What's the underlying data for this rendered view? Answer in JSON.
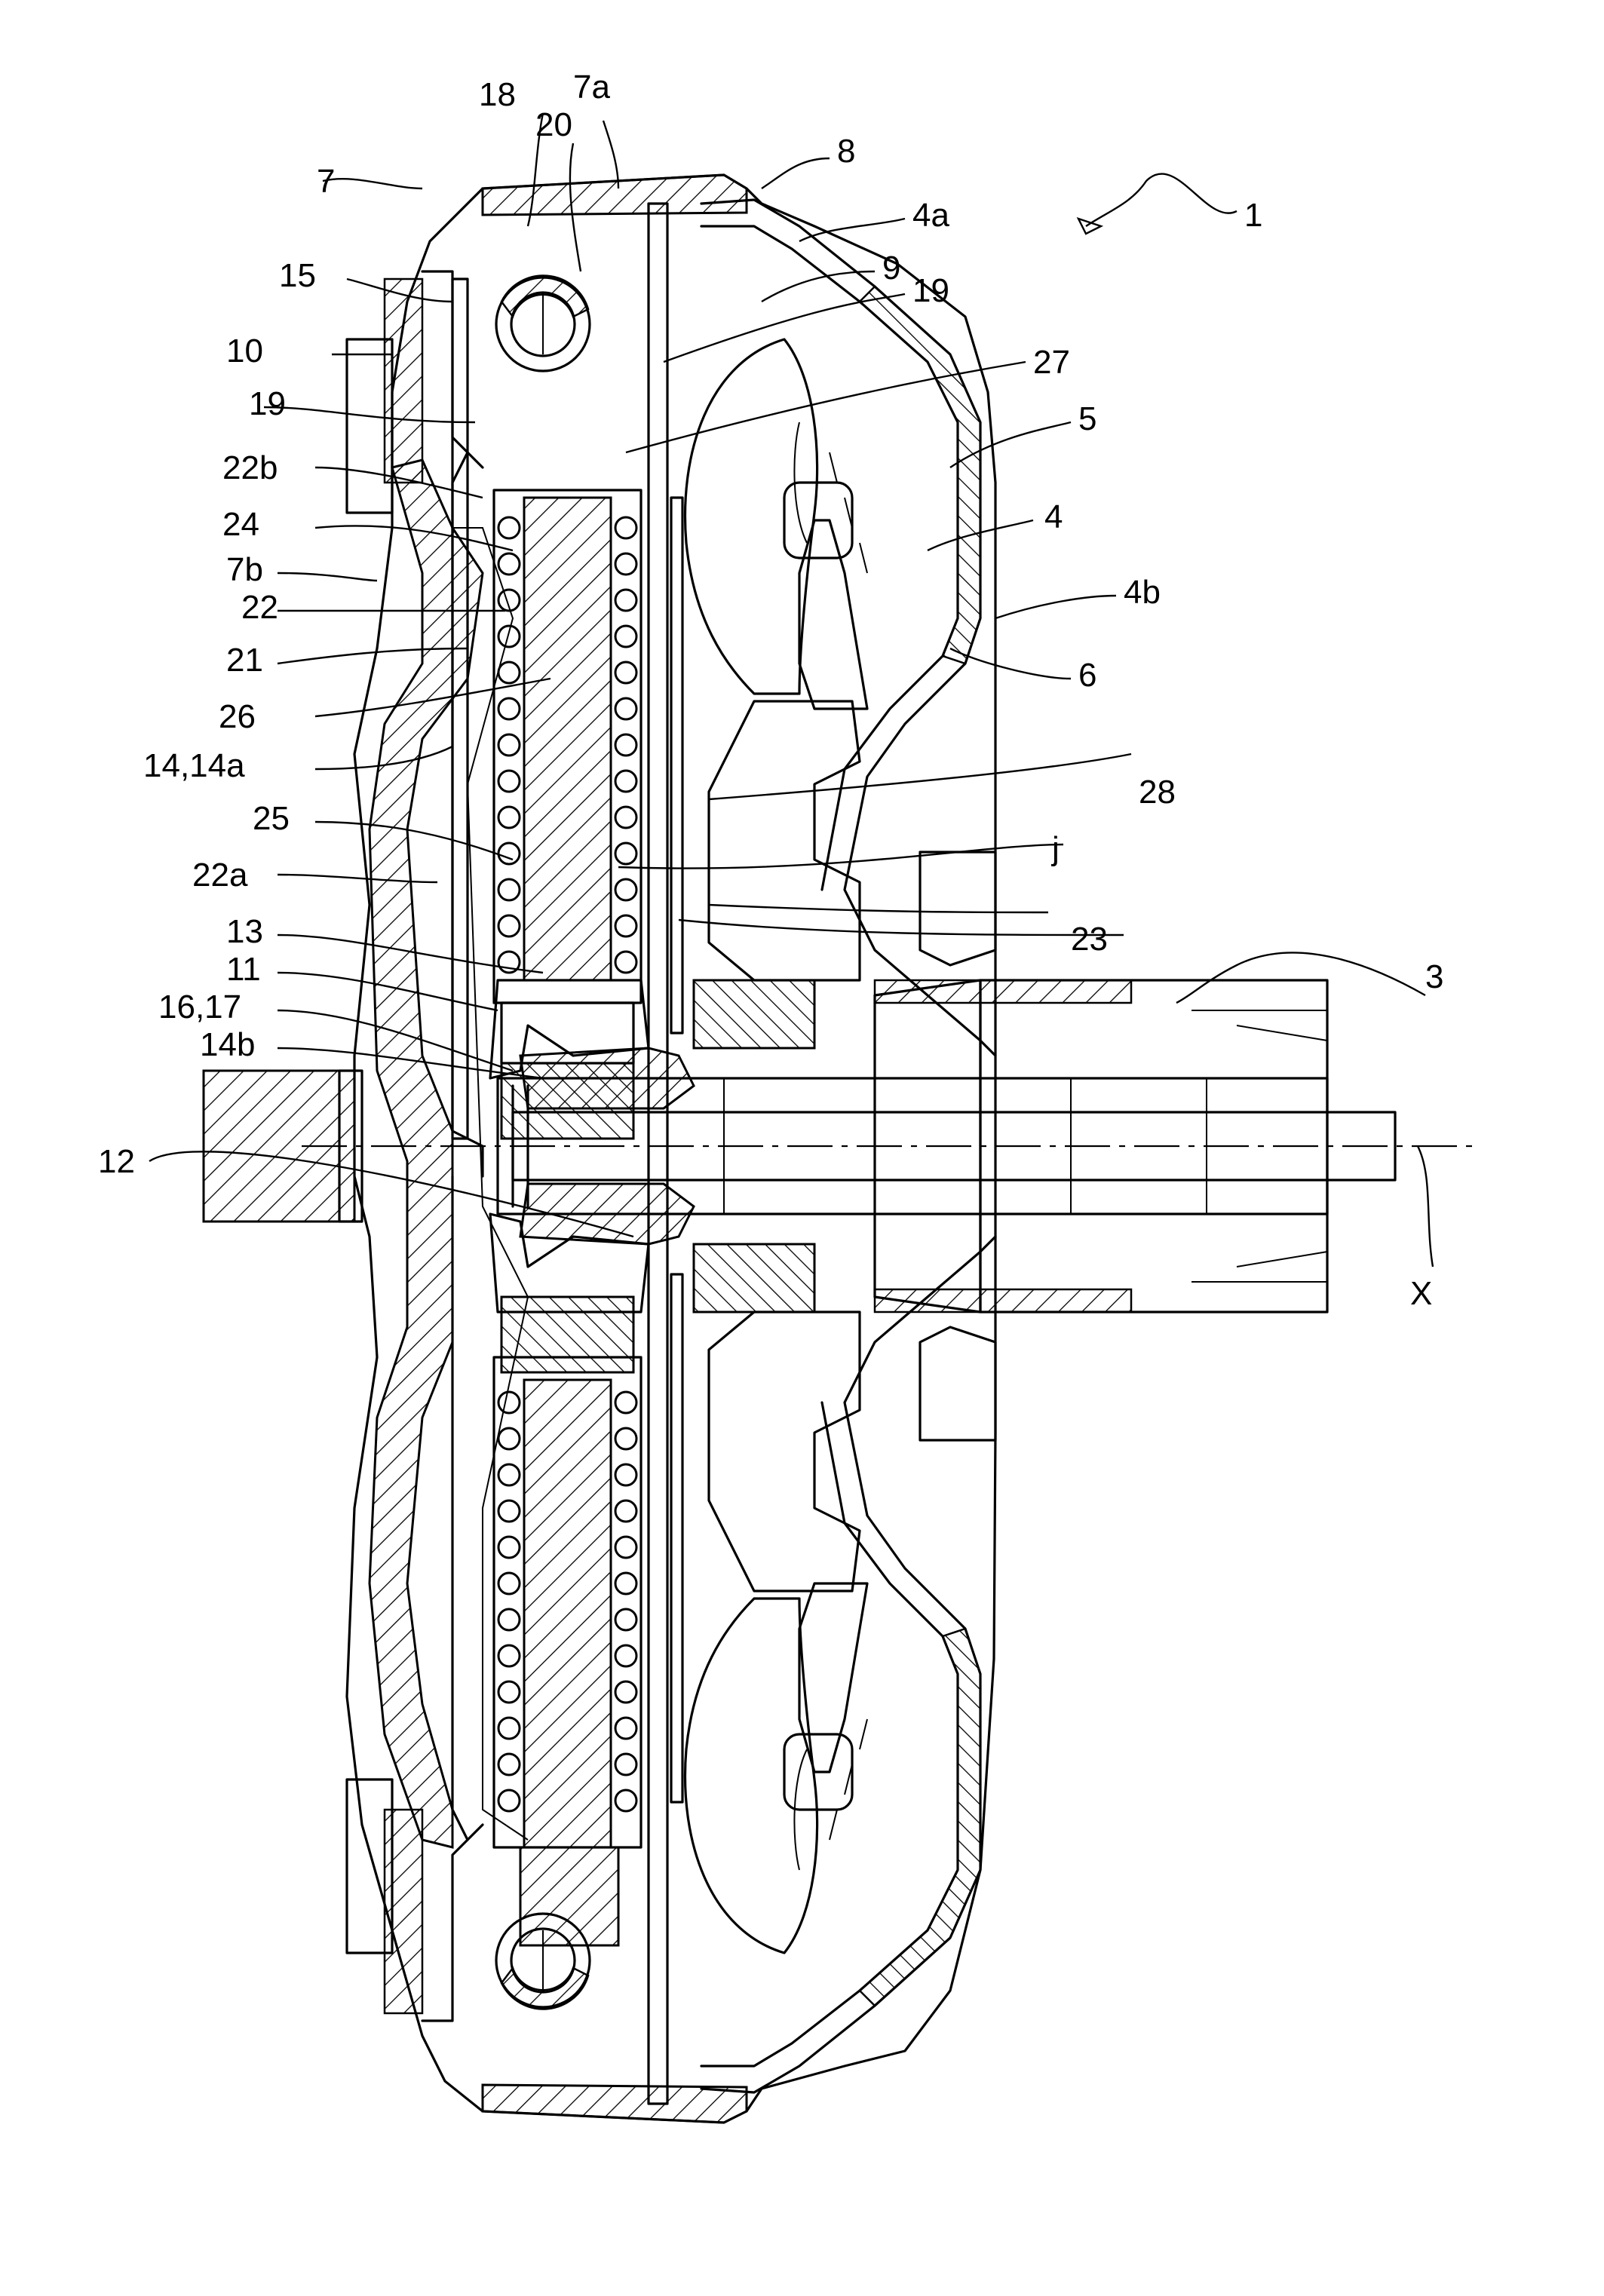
{
  "figure": {
    "labels": {
      "l1": "1",
      "l3": "3",
      "l4": "4",
      "l4a": "4a",
      "l4b": "4b",
      "l5": "5",
      "l6": "6",
      "l7": "7",
      "l7a": "7a",
      "l7b": "7b",
      "l8": "8",
      "l9": "9",
      "l10": "10",
      "l11": "11",
      "l12": "12",
      "l13": "13",
      "l14_14a": "14,14a",
      "l14b": "14b",
      "l15": "15",
      "l16_17": "16,17",
      "l18": "18",
      "l19_left": "19",
      "l19_right": "19",
      "l20": "20",
      "l21": "21",
      "l22": "22",
      "l22a": "22a",
      "l22b": "22b",
      "l23": "23",
      "l24": "24",
      "l25": "25",
      "l26": "26",
      "l27": "27",
      "l28": "28",
      "lj": "j",
      "lX": "X"
    }
  }
}
